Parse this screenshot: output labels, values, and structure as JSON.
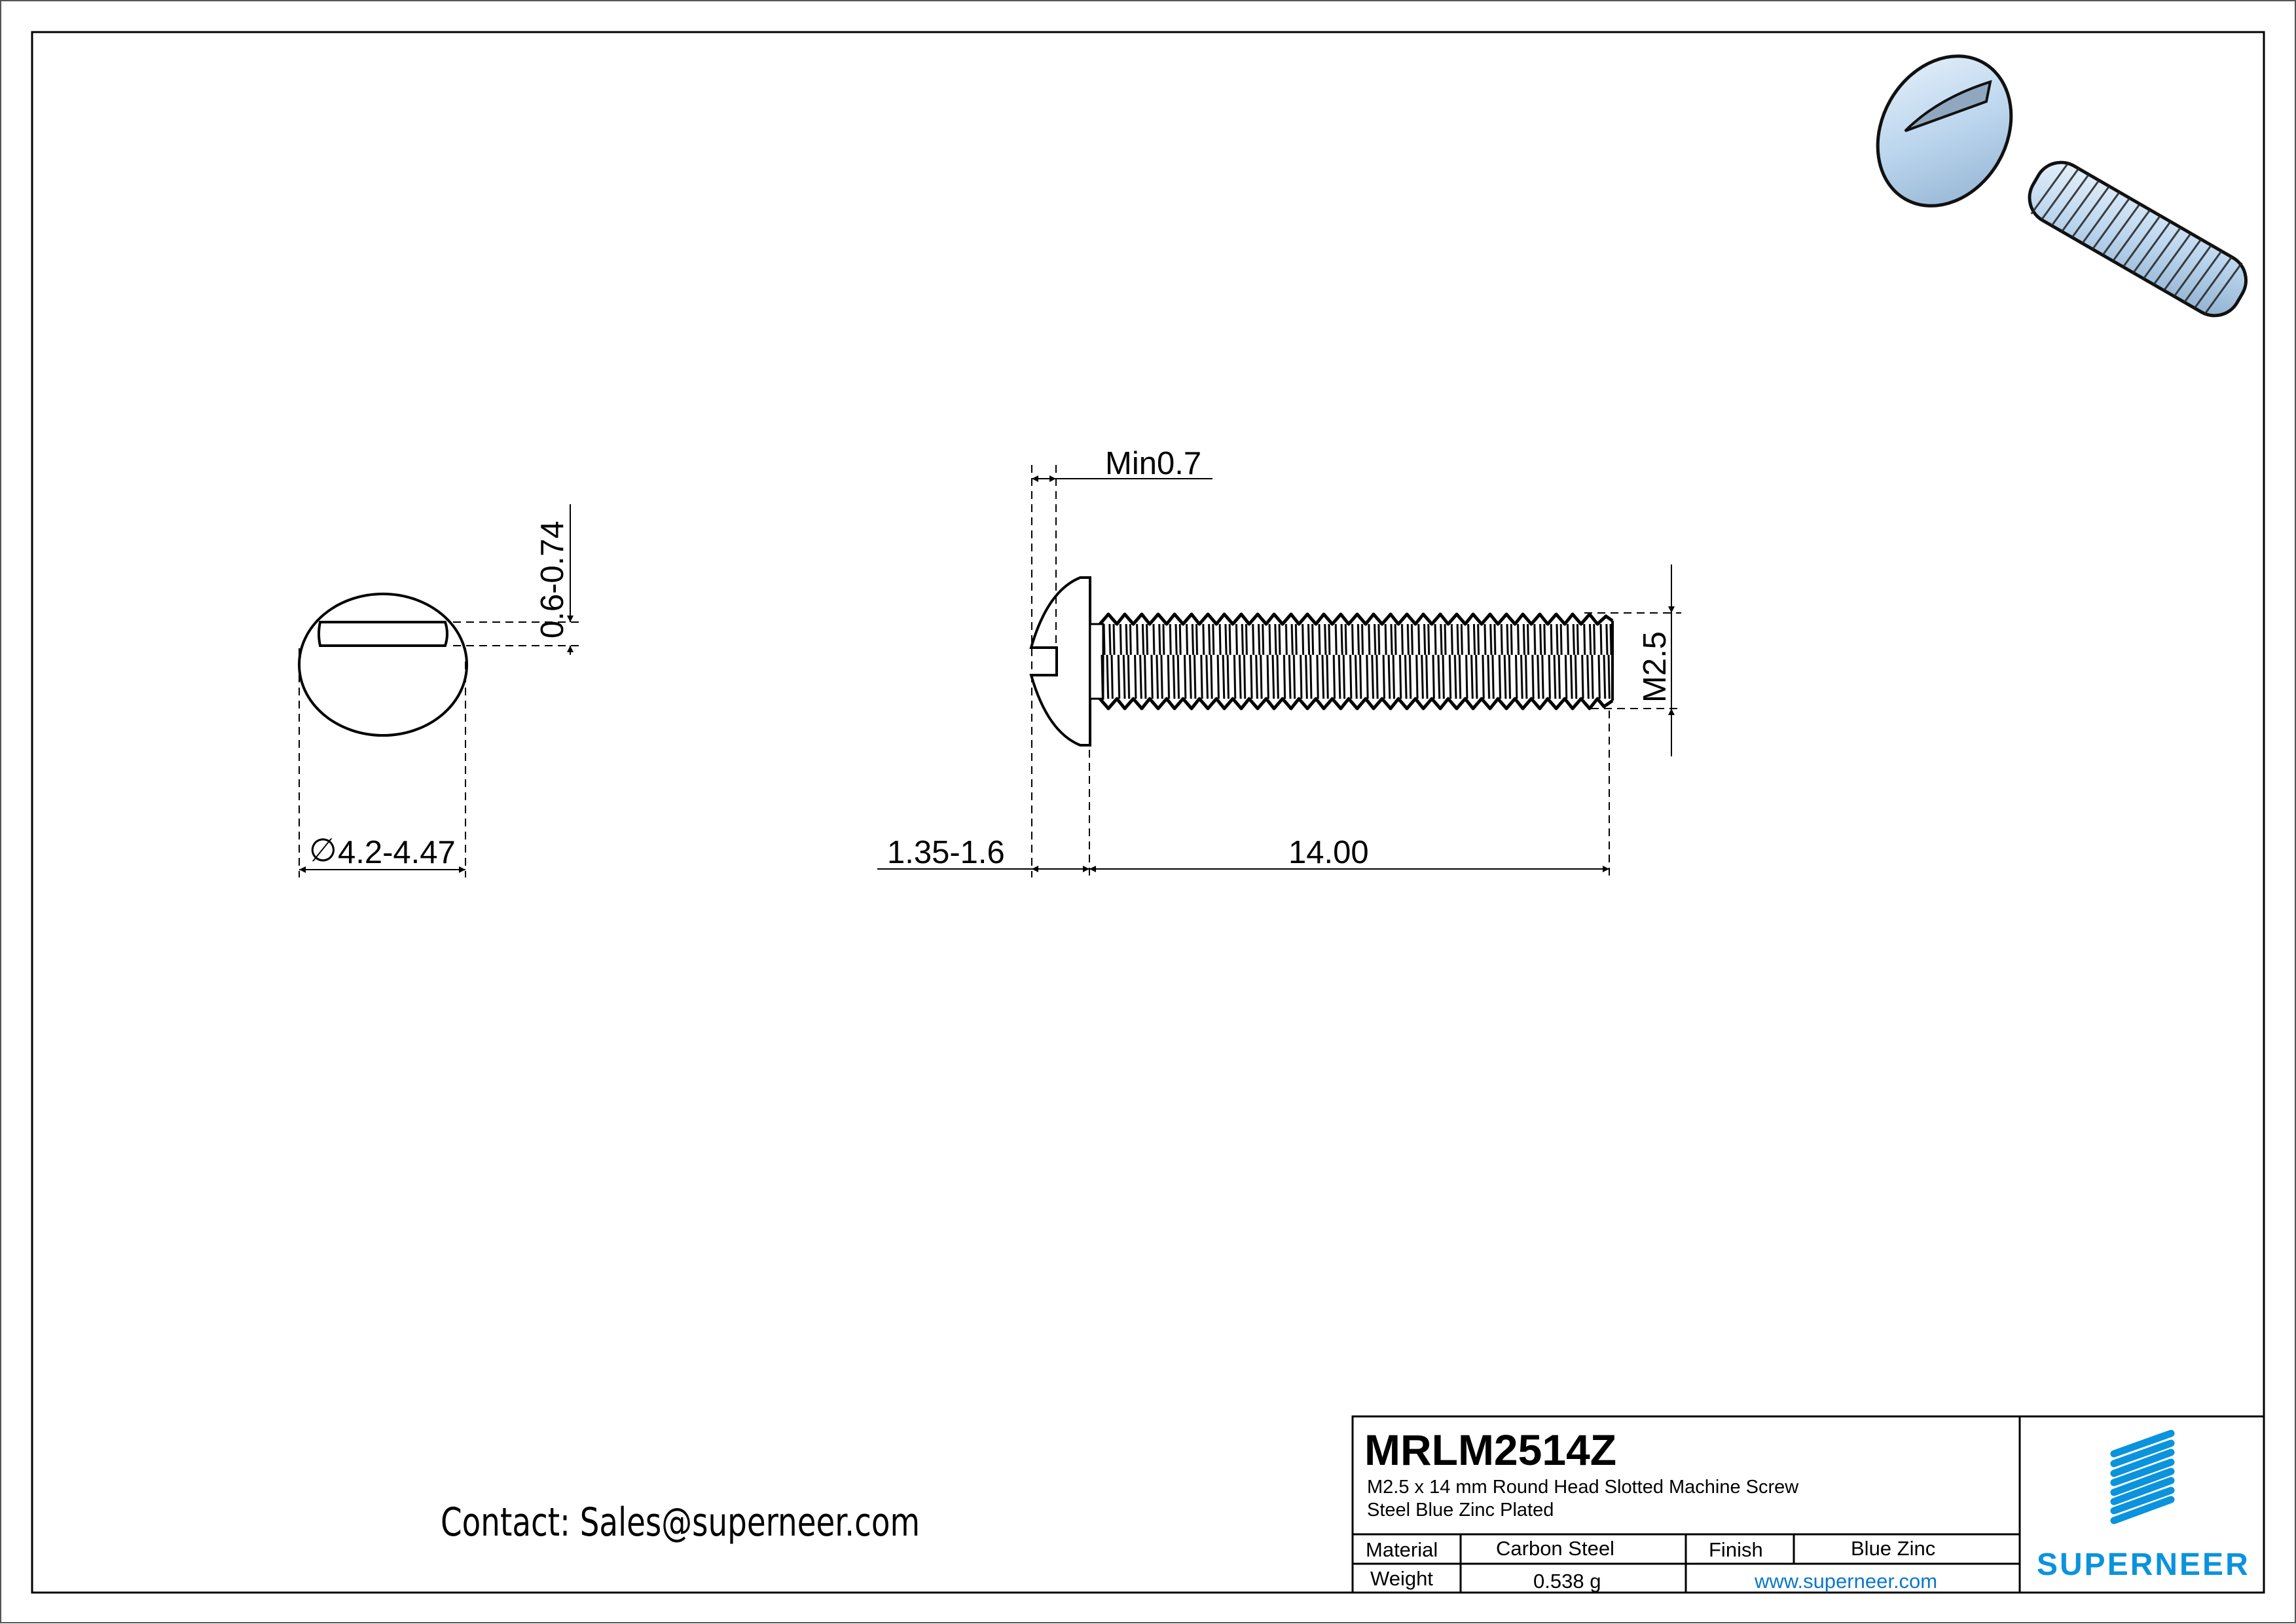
{
  "drawing": {
    "type": "mechanical-drawing",
    "views": {
      "top_view": {
        "dims": {
          "head_diameter": "4.2-4.47",
          "diameter_symbol": "∅",
          "slot_width": "0.6-0.74"
        }
      },
      "side_view": {
        "dims": {
          "slot_depth": "Min0.7",
          "head_height": "1.35-1.6",
          "length": "14.00",
          "thread": "M2.5"
        }
      },
      "iso_view": {
        "label": "3d-render",
        "colors": {
          "body": "#c5dcf0",
          "outline": "#1a1a1a"
        }
      }
    }
  },
  "title_block": {
    "part_number": "MRLM2514Z",
    "description_line1": "M2.5  x 14 mm  Round Head Slotted  Machine Screw",
    "description_line2": "Steel Blue Zinc Plated",
    "rows": [
      {
        "label": "Material",
        "value": "Carbon Steel",
        "label2": "Finish",
        "value2": "Blue Zinc"
      },
      {
        "label": "Weight",
        "value": "0.538 g",
        "link": "www.superneer.com"
      }
    ],
    "logo": {
      "brand": "SUPERNEER",
      "color": "#0b93dd",
      "icon": "stripes-logo-icon"
    }
  },
  "contact": {
    "text": "Contact: Sales@superneer.com"
  },
  "colors": {
    "line": "#000000",
    "link": "#0a78c8",
    "brand": "#0b93dd",
    "frame": "#555555"
  }
}
